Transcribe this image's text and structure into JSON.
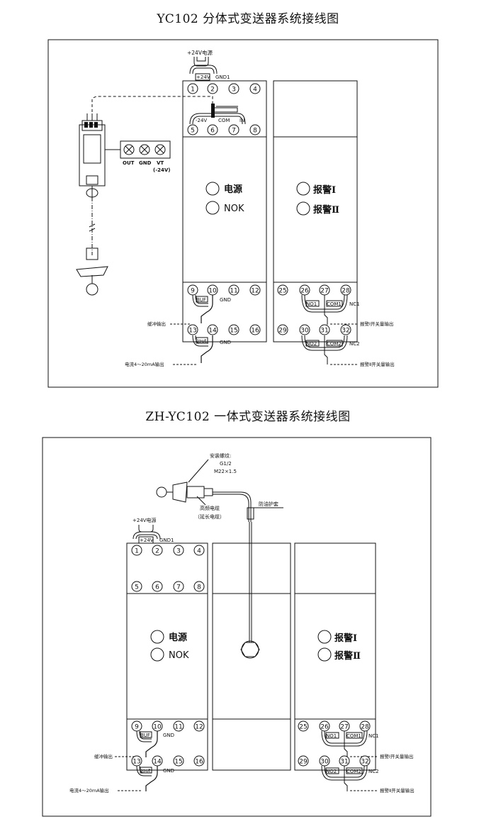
{
  "title_split": "YC102 分体式变送器系统接线图",
  "title_integrated": "ZH-YC102 一体式变送器系统接线图",
  "power_module": {
    "supply_label": "+24V电源",
    "top_labels": [
      "+24V",
      "GND1"
    ],
    "terminals_top": [
      "1",
      "2",
      "3",
      "4"
    ],
    "terminals_mid": [
      "5",
      "6",
      "7",
      "8"
    ],
    "mid_labels": [
      "-24V",
      "COM",
      "IN"
    ],
    "leds": [
      "电源",
      "NOK"
    ],
    "terminals_bottom1": [
      "9",
      "10",
      "11",
      "12"
    ],
    "bottom1_labels": [
      "BUF",
      "GND"
    ],
    "terminals_bottom2": [
      "13",
      "14",
      "15",
      "16"
    ],
    "bottom2_labels": [
      "Iout",
      "GND"
    ],
    "buffer_output": "缓冲输出",
    "current_output": "电流4～20mA输出"
  },
  "alarm_module": {
    "leds": [
      "报警Ⅰ",
      "报警Ⅱ"
    ],
    "terminals_row1": [
      "25",
      "26",
      "27",
      "28"
    ],
    "row1_labels": [
      "NO1",
      "COM1",
      "NC1"
    ],
    "terminals_row2": [
      "29",
      "30",
      "31",
      "32"
    ],
    "row2_labels": [
      "NO2",
      "COM2",
      "NC2"
    ],
    "alarm1_output": "报警Ⅰ开关量输出",
    "alarm2_output": "报警Ⅱ开关量输出"
  },
  "sensor_box": {
    "terminal_labels": [
      "OUT",
      "GND",
      "VT"
    ],
    "vt_note": "(-24V)"
  },
  "integrated": {
    "thread_title": "安装螺纹:",
    "thread_1": "G1/2",
    "thread_2": "M22×1.5",
    "cable_1": "高频电缆",
    "cable_2": "（延长电缆）",
    "oil_jacket": "防油护套"
  }
}
